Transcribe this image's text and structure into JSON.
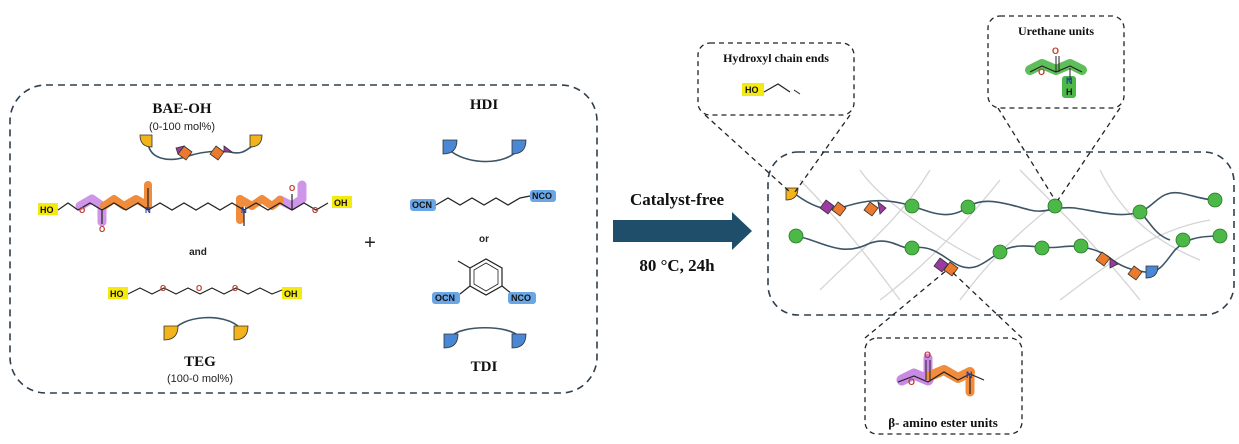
{
  "colors": {
    "dash": "#2f3f4f",
    "chain": "#3d5566",
    "arrow": "#1f4e6b",
    "hydroxyl": "#f4ea10",
    "ester": "#c98ae6",
    "amine": "#f08c3c",
    "isocyanate": "#6aa6e6",
    "urethane": "#4cb848",
    "wedge_yellow": "#f2b31b",
    "wedge_blue": "#4a88d6",
    "diamond_orange": "#ec7a2c",
    "tri_purple": "#9b3aa0",
    "bg_chain": "#d0d0d0"
  },
  "monomers": {
    "bae_title": "BAE-OH",
    "bae_range": "(0-100 mol%)",
    "and_label": "and",
    "teg_title": "TEG",
    "teg_range": "(100-0 mol%)",
    "hdi_title": "HDI",
    "or_label": "or",
    "tdi_title": "TDI",
    "plus": "+",
    "ho": "HO",
    "oh": "OH",
    "ocn": "OCN",
    "nco": "NCO",
    "o": "O",
    "n": "N"
  },
  "reaction": {
    "condition_top": "Catalyst-free",
    "condition_bottom": "80 °C, 24h"
  },
  "callouts": {
    "hydroxyl_title": "Hydroxyl chain ends",
    "urethane_title": "Urethane units",
    "amino_title": "β- amino ester units",
    "ho": "HO",
    "o": "O",
    "n": "N",
    "h": "H"
  }
}
